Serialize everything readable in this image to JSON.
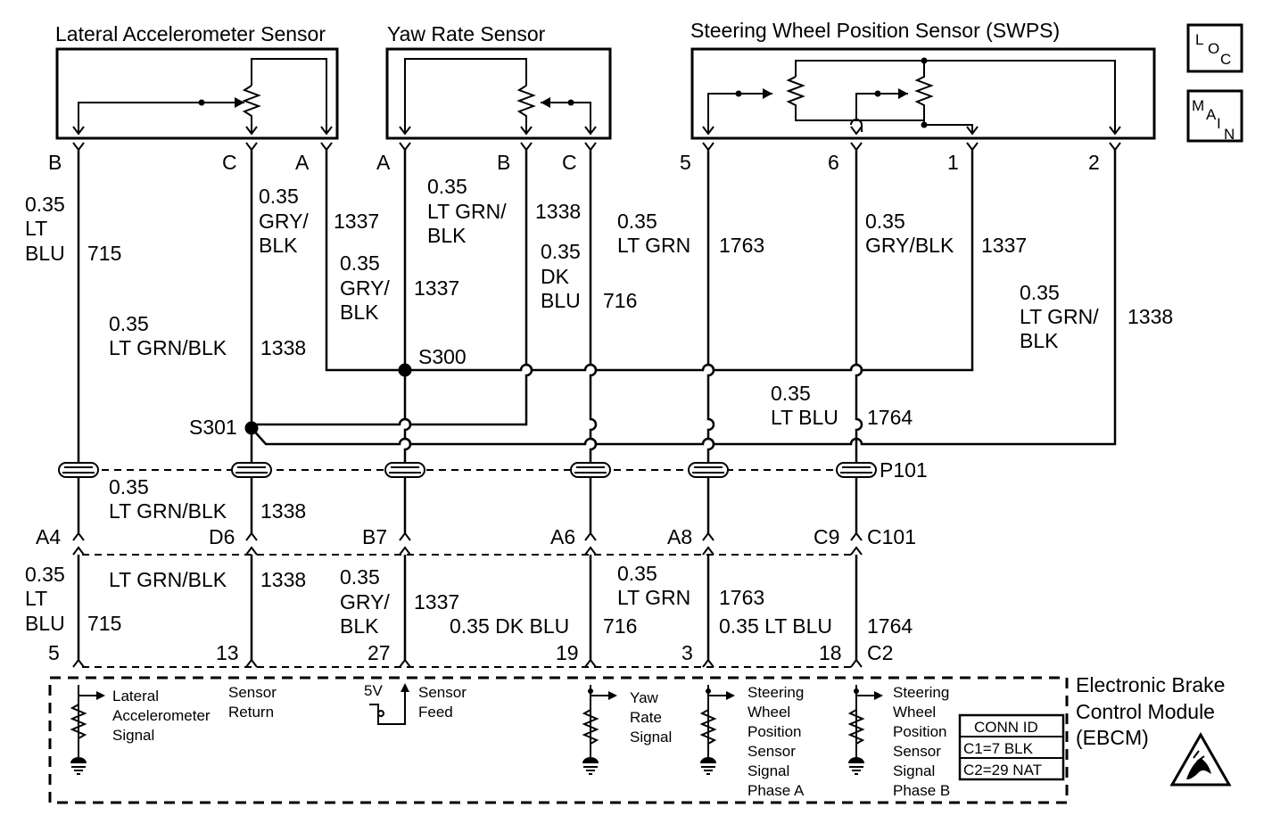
{
  "components": {
    "lateral_sensor": {
      "title": "Lateral Accelerometer Sensor",
      "pins": [
        "B",
        "C",
        "A"
      ]
    },
    "yaw_sensor": {
      "title": "Yaw Rate Sensor",
      "pins": [
        "A",
        "B",
        "C"
      ]
    },
    "swps": {
      "title": "Steering Wheel Position Sensor (SWPS)",
      "pins": [
        "5",
        "6",
        "1",
        "2"
      ]
    },
    "ebcm": {
      "title_lines": [
        "Electronic Brake",
        "Control Module",
        "(EBCM)"
      ],
      "pins": [
        "5",
        "13",
        "27",
        "19",
        "3",
        "18"
      ],
      "connector": "C2",
      "pin_labels": {
        "lateral_signal": [
          "Lateral",
          "Accelerometer",
          "Signal"
        ],
        "sensor_return": [
          "Sensor",
          "Return"
        ],
        "sensor_feed": [
          "Sensor",
          "Feed"
        ],
        "five_v": "5V",
        "yaw_signal": [
          "Yaw",
          "Rate",
          "Signal"
        ],
        "swps_a": [
          "Steering",
          "Wheel",
          "Position",
          "Sensor",
          "Signal",
          "Phase A"
        ],
        "swps_b": [
          "Steering",
          "Wheel",
          "Position",
          "Sensor",
          "Signal",
          "Phase B"
        ]
      },
      "conn_id": {
        "header": "CONN ID",
        "rows": [
          "C1=7 BLK",
          "C2=29 NAT"
        ]
      }
    }
  },
  "icons": {
    "loc": [
      "L",
      "O",
      "C"
    ],
    "main": [
      "M",
      "A",
      "I",
      "N"
    ],
    "esd": "esd-warning-icon"
  },
  "splices": {
    "s300": "S300",
    "s301": "S301"
  },
  "inline_connectors": {
    "p101": "P101",
    "c101": "C101",
    "c101_pins": [
      "A4",
      "D6",
      "B7",
      "A6",
      "A8",
      "C9"
    ]
  },
  "wires": {
    "w715_top": {
      "lines": [
        "0.35",
        "LT",
        "BLU"
      ],
      "circuit": "715"
    },
    "w1338_lat": {
      "lines": [
        "0.35",
        "LT GRN/BLK"
      ],
      "circuit": "1338"
    },
    "w1337_latc": {
      "lines": [
        "0.35",
        "GRY/",
        "BLK"
      ],
      "circuit": "1337"
    },
    "w1337_lata": {
      "lines": [
        "0.35",
        "GRY/",
        "BLK"
      ],
      "circuit": "1337"
    },
    "w1338_yaw": {
      "lines": [
        "0.35",
        "LT GRN/",
        "BLK"
      ],
      "circuit": "1338"
    },
    "w716_top": {
      "lines": [
        "0.35",
        "DK",
        "BLU"
      ],
      "circuit": "716"
    },
    "w1763_top": {
      "lines": [
        "0.35",
        "LT GRN"
      ],
      "circuit": "1763"
    },
    "w1337_swps": {
      "lines": [
        "0.35",
        "GRY/BLK"
      ],
      "circuit": "1337"
    },
    "w1338_swps": {
      "lines": [
        "0.35",
        "LT GRN/",
        "BLK"
      ],
      "circuit": "1338"
    },
    "w1764_top": {
      "lines": [
        "0.35",
        "LT BLU"
      ],
      "circuit": "1764"
    },
    "w1338_mid": {
      "lines": [
        "0.35",
        "LT GRN/BLK"
      ],
      "circuit": "1338"
    },
    "w715_bot": {
      "lines": [
        "0.35",
        "LT",
        "BLU"
      ],
      "circuit": "715"
    },
    "w1338_bot": {
      "lines": [
        "LT GRN/BLK"
      ],
      "circuit": "1338"
    },
    "w1337_bot": {
      "lines": [
        "0.35",
        "GRY/",
        "BLK"
      ],
      "circuit": "1337"
    },
    "w716_bot": {
      "lines": [
        "0.35 DK BLU"
      ],
      "circuit": "716"
    },
    "w1763_bot": {
      "lines": [
        "0.35",
        "LT GRN"
      ],
      "circuit": "1763"
    },
    "w1764_bot": {
      "lines": [
        "0.35 LT BLU"
      ],
      "circuit": "1764"
    }
  }
}
